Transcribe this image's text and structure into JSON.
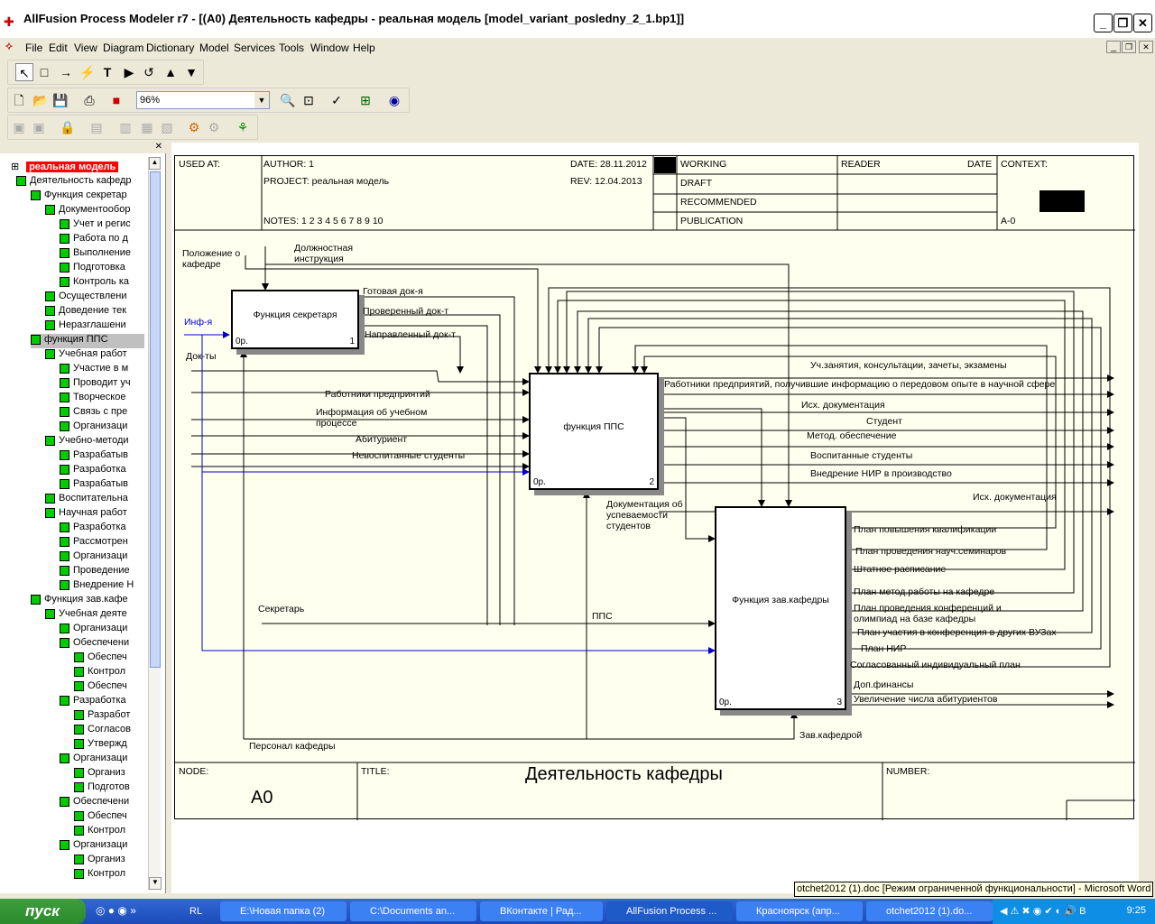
{
  "window": {
    "title": "AllFusion Process Modeler r7 - [(A0) Деятельность кафедры - реальная модель  [model_variant_posledny_2_1.bp1]]"
  },
  "menu": [
    "File",
    "Edit",
    "View",
    "Diagram",
    "Dictionary",
    "Model",
    "Services",
    "Tools",
    "Window",
    "Help"
  ],
  "toolbar": {
    "zoom": "96%"
  },
  "tree": {
    "root": "реальная модель",
    "items": [
      {
        "label": "Деятельность кафедр",
        "level": 1
      },
      {
        "label": "Функция секретар",
        "level": 2
      },
      {
        "label": "Документообор",
        "level": 3
      },
      {
        "label": "Учет и регис",
        "level": 4
      },
      {
        "label": "Работа по д",
        "level": 4
      },
      {
        "label": "Выполнение",
        "level": 4
      },
      {
        "label": "Подготовка",
        "level": 4
      },
      {
        "label": "Контроль ка",
        "level": 4
      },
      {
        "label": "Осуществлени",
        "level": 3
      },
      {
        "label": "Доведение тек",
        "level": 3
      },
      {
        "label": "Неразглашени",
        "level": 3
      },
      {
        "label": "функция ППС",
        "level": 2,
        "selected": true
      },
      {
        "label": "Учебная работ",
        "level": 3
      },
      {
        "label": "Участие в  м",
        "level": 4
      },
      {
        "label": "Проводит уч",
        "level": 4
      },
      {
        "label": "Творческое",
        "level": 4
      },
      {
        "label": "Связь с  пре",
        "level": 4
      },
      {
        "label": "Организаци",
        "level": 4
      },
      {
        "label": "Учебно-методи",
        "level": 3
      },
      {
        "label": "Разрабатыв",
        "level": 4
      },
      {
        "label": "Разработка",
        "level": 4
      },
      {
        "label": "Разрабатыв",
        "level": 4
      },
      {
        "label": "Воспитательна",
        "level": 3
      },
      {
        "label": "Научная работ",
        "level": 3
      },
      {
        "label": "Разработка",
        "level": 4
      },
      {
        "label": "Рассмотрен",
        "level": 4
      },
      {
        "label": "Организаци",
        "level": 4
      },
      {
        "label": "Проведение",
        "level": 4
      },
      {
        "label": "Внедрение Н",
        "level": 4
      },
      {
        "label": "Функция зав.кафе",
        "level": 2
      },
      {
        "label": "Учебная деяте",
        "level": 3
      },
      {
        "label": "Организаци",
        "level": 4
      },
      {
        "label": "Обеспечени",
        "level": 4
      },
      {
        "label": "Обеспеч",
        "level": 5
      },
      {
        "label": "Контрол",
        "level": 5
      },
      {
        "label": "Обеспеч",
        "level": 5
      },
      {
        "label": "Разработка",
        "level": 4
      },
      {
        "label": "Разработ",
        "level": 5
      },
      {
        "label": "Согласов",
        "level": 5
      },
      {
        "label": "Утвержд",
        "level": 5
      },
      {
        "label": "Организаци",
        "level": 4
      },
      {
        "label": "Организ",
        "level": 5
      },
      {
        "label": "Подготов",
        "level": 5
      },
      {
        "label": "Обеспечени",
        "level": 4
      },
      {
        "label": "Обеспеч",
        "level": 5
      },
      {
        "label": "Контрол",
        "level": 5
      },
      {
        "label": "Организаци",
        "level": 4
      },
      {
        "label": "Организ",
        "level": 5
      },
      {
        "label": "Контрол",
        "level": 5
      }
    ]
  },
  "header": {
    "used_at": "USED AT:",
    "author": "AUTHOR:  1",
    "project": "PROJECT:  реальная модель",
    "notes": "NOTES:  1  2  3  4  5  6  7  8  9  10",
    "date": "DATE:  28.11.2012",
    "rev": "REV:    12.04.2013",
    "working": "WORKING",
    "draft": "DRAFT",
    "recommended": "RECOMMENDED",
    "publication": "PUBLICATION",
    "reader": "READER",
    "date2": "DATE",
    "context": "CONTEXT:",
    "a0": "A-0"
  },
  "boxes": [
    {
      "name": "Функция секретаря",
      "num": "1",
      "cost": "0р."
    },
    {
      "name": "функция ППС",
      "num": "2",
      "cost": "0р."
    },
    {
      "name": "Функция зав.кафедры",
      "num": "3",
      "cost": "0р."
    }
  ],
  "arrows": {
    "controls": [
      "Положение о кафедре",
      "Должностная инструкция"
    ],
    "inputs": [
      "Инф-я",
      "Док-ты",
      "Работники предприятий",
      "Информация об учебном процессе",
      "Абитуриент",
      "Невоспитанные студенты"
    ],
    "box1_outputs": [
      "Готовая док-я",
      "Проверенный док-т",
      "Направленный док-т"
    ],
    "box2_outputs": [
      "Уч.занятия, консультации, зачеты, экзамены",
      "Работники предприятий, получившие информацию о передовом опыте в научной сфере",
      "Исх. документация",
      "Студент",
      "Метод. обеспечение",
      "Воспитанные студенты",
      "Внедрение НИР в производство",
      "Исх. документация",
      "Документация об успеваемости студентов"
    ],
    "box3_outputs": [
      "План повышения квалификации",
      "План проведения науч.семинаров",
      "Штатное расписание",
      "План метод.работы на кафедре",
      "План проведения конференций и олимпиад на базе кафедры",
      "План участия в конференция в других ВУЗах",
      "План НИР",
      "Согласованный индивидуальный план",
      "Доп.финансы",
      "Увеличение числа абитуриентов"
    ],
    "mechanisms": [
      "Секретарь",
      "ППС",
      "Персонал кафедры",
      "Зав.кафедрой"
    ]
  },
  "footer": {
    "node_label": "NODE:",
    "node": "A0",
    "title_label": "TITLE:",
    "title": "Деятельность кафедры",
    "number_label": "NUMBER:"
  },
  "tooltip": "otchet2012 (1).doc [Режим ограниченной функциональности] - Microsoft Word",
  "taskbar": {
    "start": "пуск",
    "lang": "RL",
    "tasks": [
      "E:\\Новая папка (2)",
      "C:\\Documents an...",
      "ВКонтакте | Рад...",
      "AllFusion Process ...",
      "Красноярск (апр...",
      "otchet2012 (1).do..."
    ],
    "clock": "9:25"
  },
  "colors": {
    "green": "#00cc00",
    "blue_arrow": "#0000cc",
    "selected_tree": "#ff0000"
  }
}
